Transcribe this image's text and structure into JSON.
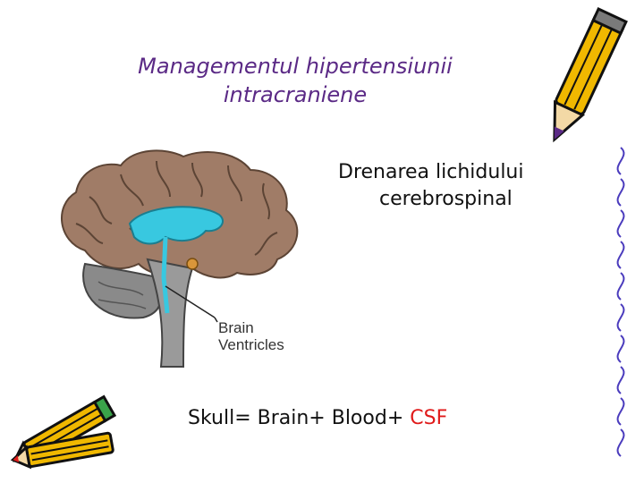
{
  "slide": {
    "title_line1": "Managementul hipertensiunii",
    "title_line2": "intracraniene",
    "subtitle_line1": "Drenarea lichidului",
    "subtitle_line2": "cerebrospinal",
    "formula_prefix": "Skull= Brain+ Blood+",
    "formula_csf": "CSF",
    "brain_label_line1": "Brain",
    "brain_label_line2": "Ventricles"
  },
  "colors": {
    "title": "#5b2a86",
    "csf_text": "#e01b1b",
    "cortex": "#a07c67",
    "ventricle": "#38c8e0",
    "cerebellum": "#8a8a8a",
    "pencil_body": "#f0b800"
  },
  "icons": [
    "pencil-icon-top-right",
    "pencil-icon-bottom-left",
    "brain-diagram",
    "spiral-binding-icon"
  ]
}
